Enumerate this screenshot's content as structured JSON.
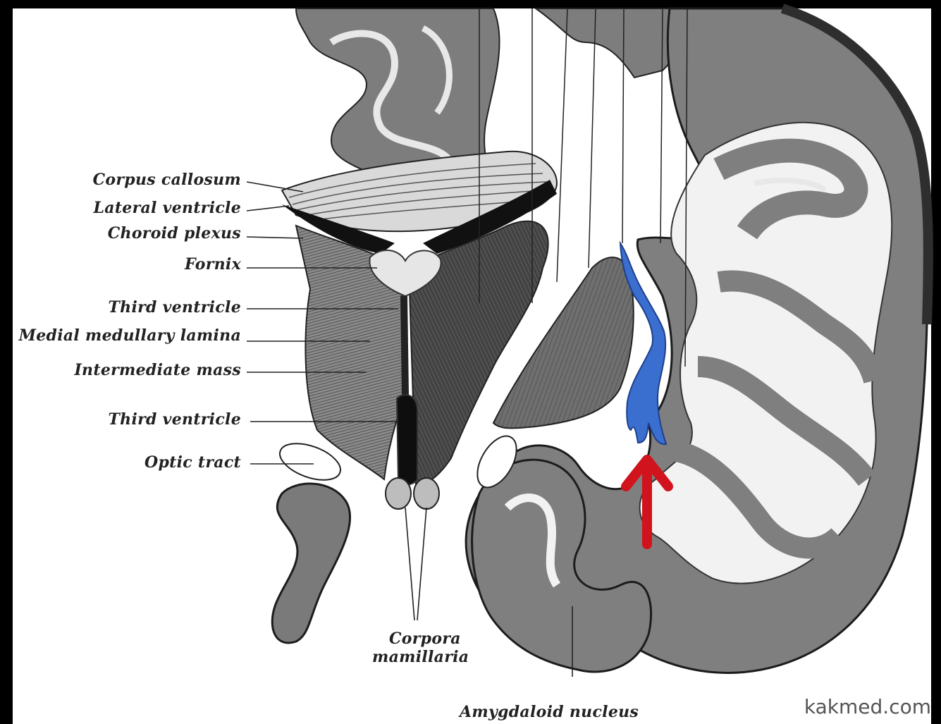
{
  "labels": {
    "corpus_callosum": "Corpus callosum",
    "lateral_ventricle": "Lateral ventricle",
    "choroid_plexus": "Choroid plexus",
    "fornix": "Fornix",
    "third_ventricle_upper": "Third ventricle",
    "medial_medullary_lamina": "Medial medullary lamina",
    "intermediate_mass": "Intermediate mass",
    "third_ventricle_lower": "Third ventricle",
    "optic_tract": "Optic tract",
    "corpora_mamillaria_line1": "Corpora",
    "corpora_mamillaria_line2": "mamillaria",
    "amygdaloid_nucleus": "Amygdaloid nucleus"
  },
  "watermark": "kakmed.com",
  "colors": {
    "highlight_structure": "#3a6fd0",
    "arrow": "#d0131d",
    "cortex": "#808080",
    "background": "#ffffff",
    "frame": "#000000"
  }
}
